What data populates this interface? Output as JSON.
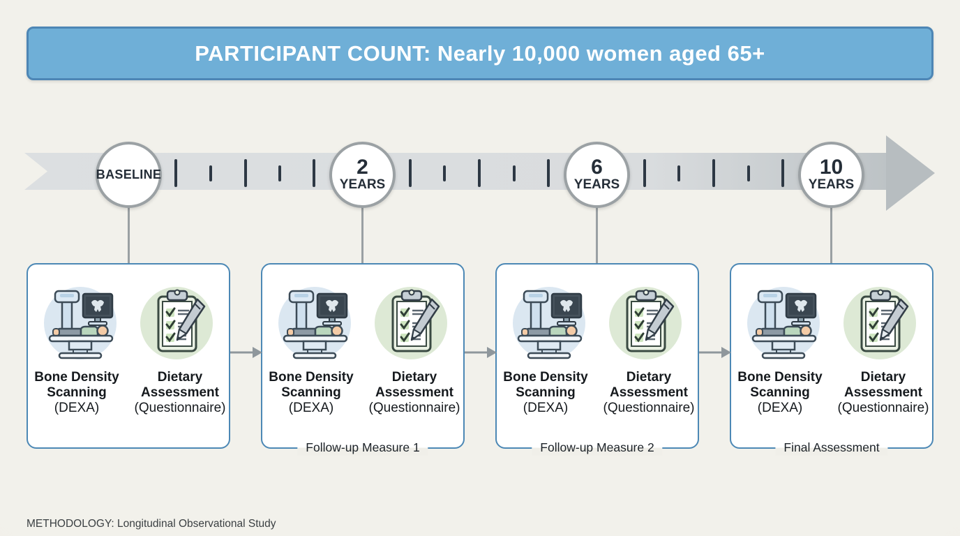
{
  "header": {
    "title": "PARTICIPANT COUNT: Nearly 10,000 women aged 65+",
    "bg_color": "#6fafd7",
    "border_color": "#4d86b5"
  },
  "timeline": {
    "milestones": [
      {
        "line1": "BASELINE",
        "line2": ""
      },
      {
        "line1": "2",
        "line2": "YEARS"
      },
      {
        "line1": "6",
        "line2": "YEARS"
      },
      {
        "line1": "10",
        "line2": "YEARS"
      }
    ],
    "band_color": "#d9dcde",
    "arrow_color": "#b7bdc0",
    "tick_color": "#2d3844"
  },
  "card_content": {
    "measure1": {
      "line1": "Bone Density",
      "line2": "Scanning",
      "line3": "(DEXA)",
      "icon": "dexa-scanner-icon"
    },
    "measure2": {
      "line1": "Dietary",
      "line2": "Assessment",
      "line3": "(Questionnaire)",
      "icon": "clipboard-checklist-icon"
    }
  },
  "cards": [
    {
      "caption": ""
    },
    {
      "caption": "Follow-up Measure 1"
    },
    {
      "caption": "Follow-up Measure 2"
    },
    {
      "caption": "Final Assessment"
    }
  ],
  "footer": {
    "methodology": "METHODOLOGY: Longitudinal Observational Study"
  },
  "colors": {
    "card_border": "#4c88b5",
    "page_background": "#f0efe9",
    "circle_border": "#9ba1a4"
  }
}
